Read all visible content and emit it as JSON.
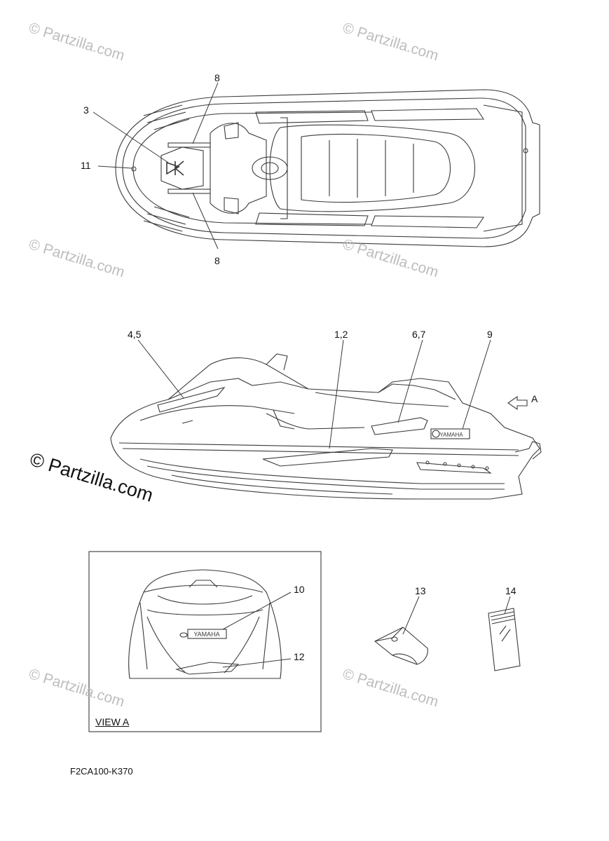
{
  "watermarks": [
    "© Partzilla.com",
    "© Partzilla.com",
    "© Partzilla.com",
    "© Partzilla.com",
    "© Partzilla.com",
    "© Partzilla.com"
  ],
  "watermark_main": "© Partzilla.com",
  "callouts": {
    "c3": "3",
    "c11": "11",
    "c8_top": "8",
    "c8_bottom": "8",
    "c45": "4,5",
    "c12": "1,2",
    "c67": "6,7",
    "c9": "9",
    "cA": "A",
    "c10": "10",
    "c12b": "12",
    "c13": "13",
    "c14": "14"
  },
  "view_label": "VIEW A",
  "diagram_code": "F2CA100-K370",
  "decal_text": {
    "brand": "YAMAHA"
  },
  "colors": {
    "line": "#3a3a3a",
    "watermark": "#bdbdbd",
    "background": "#ffffff"
  }
}
